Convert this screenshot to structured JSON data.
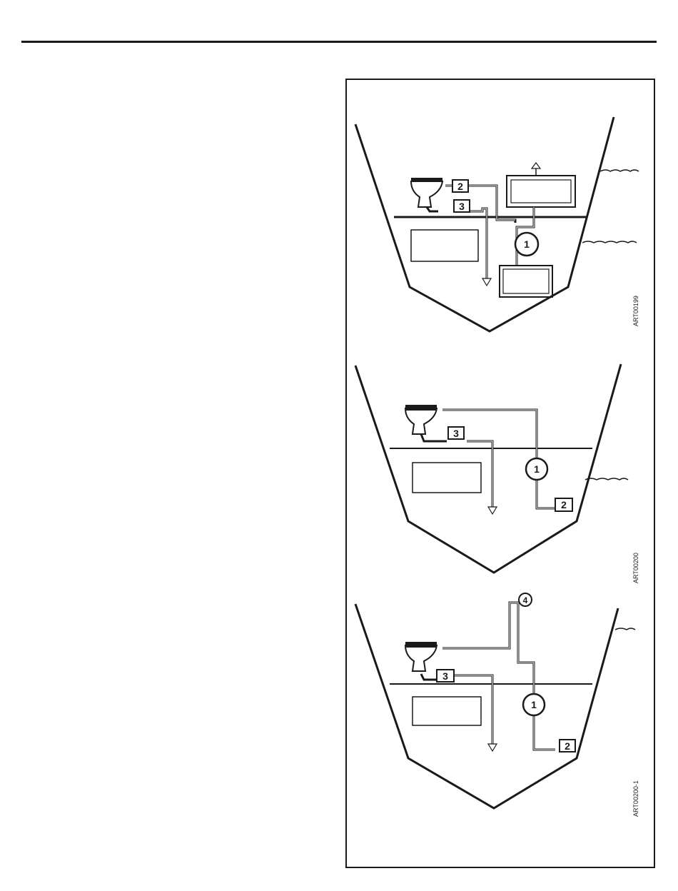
{
  "figure": {
    "panels": [
      {
        "ref": "ART00199",
        "callouts": [
          "2",
          "3",
          "1"
        ]
      },
      {
        "ref": "ART00200",
        "callouts": [
          "3",
          "1",
          "2"
        ]
      },
      {
        "ref": "ART00200-1",
        "callouts": [
          "4",
          "3",
          "1",
          "2"
        ]
      }
    ]
  },
  "colors": {
    "ink": "#1a1a1a",
    "paper": "#ffffff"
  }
}
